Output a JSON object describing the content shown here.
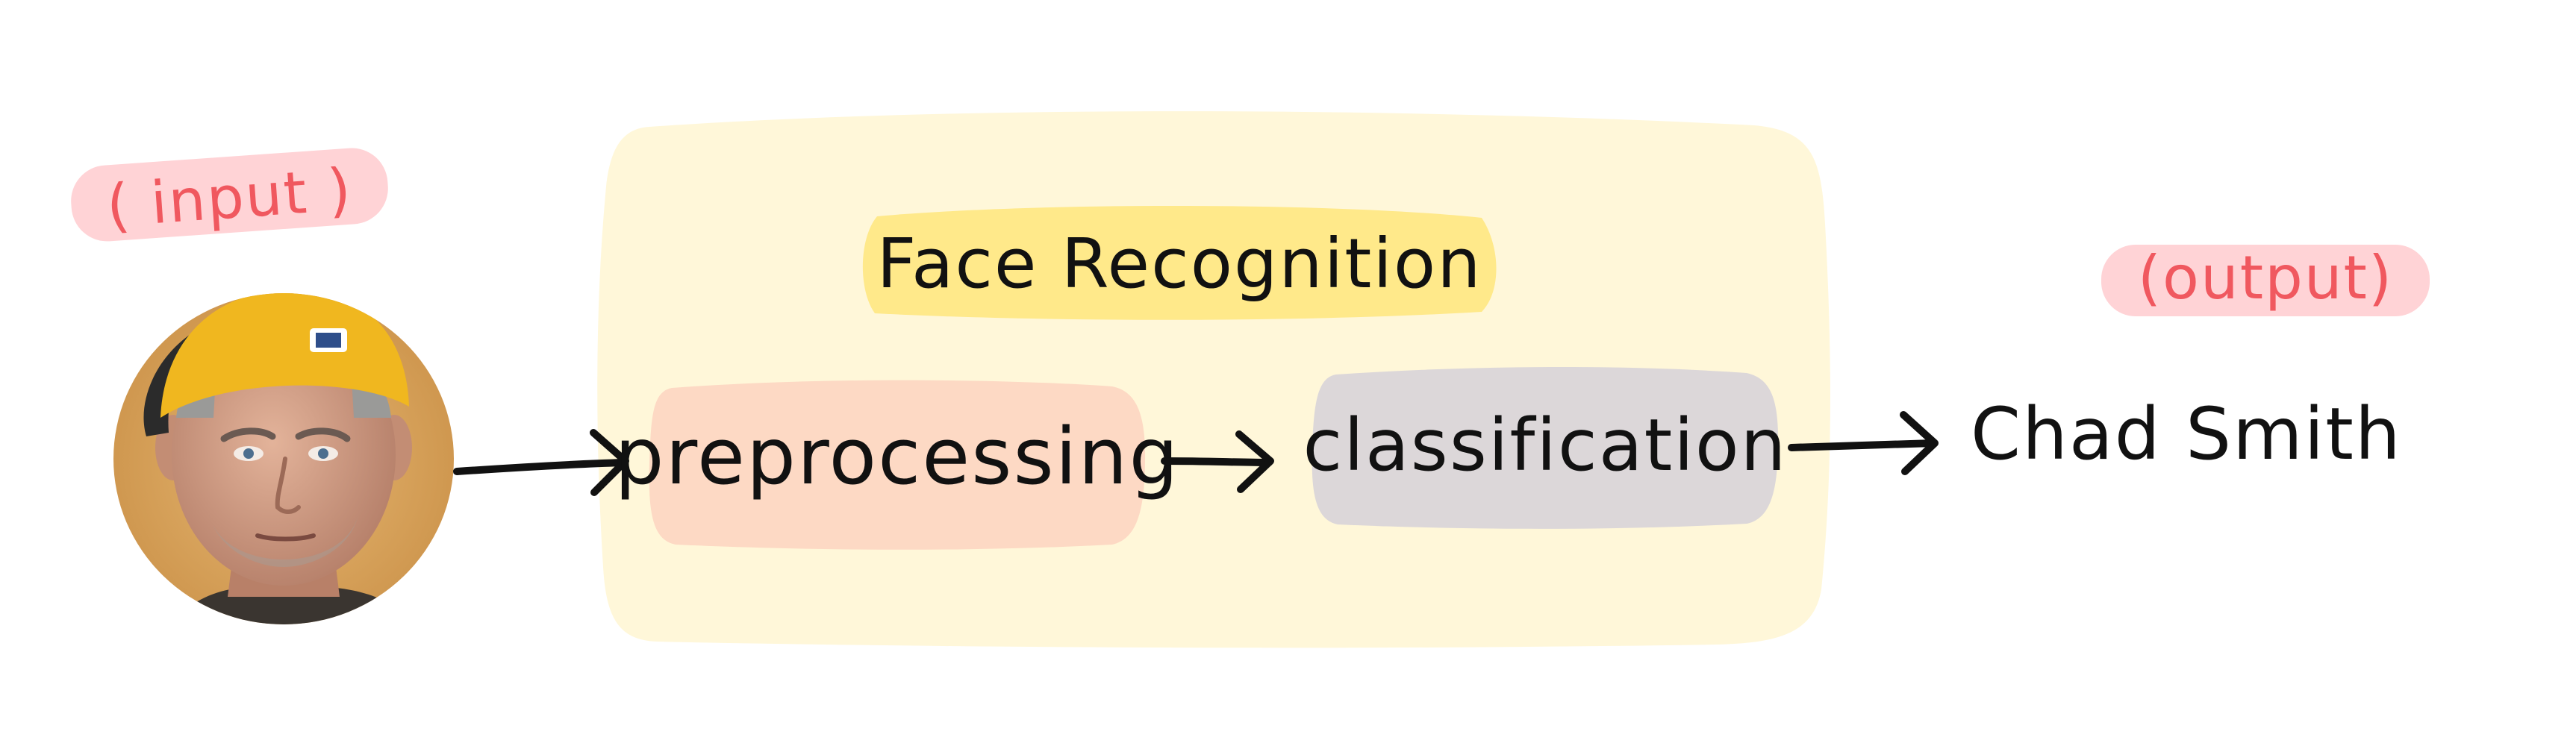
{
  "diagram": {
    "input_label": "( input )",
    "output_label": "(output)",
    "group_title": "Face Recognition",
    "steps": [
      {
        "label": "preprocessing"
      },
      {
        "label": "classification"
      }
    ],
    "result": "Chad Smith"
  },
  "colors": {
    "group_fill": "#fff7d9",
    "title_highlight": "#ffe98a",
    "preprocessing_fill": "#fdd9c4",
    "classification_fill": "#dcd7d9",
    "tag_fill": "#ffd3d6",
    "tag_text": "#f0585f",
    "stroke": "#111111",
    "cap": "#f0b71f"
  },
  "icons": {
    "input_photo": "face-photo-icon"
  }
}
